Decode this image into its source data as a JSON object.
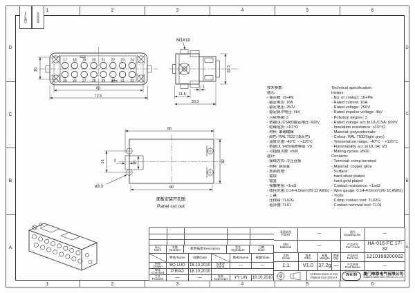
{
  "frame": {
    "cols": [
      "1",
      "2",
      "3",
      "4",
      "5",
      "6"
    ],
    "rows": [
      "D",
      "C",
      "B",
      "A"
    ],
    "corner": [
      "日期/Date",
      "更改单号"
    ]
  },
  "views": {
    "front": {
      "pins_top": [
        "17",
        "18",
        "19",
        "20",
        "21",
        "22",
        "23",
        "24"
      ],
      "pins_bottom": [
        "25",
        "26",
        "27",
        "28",
        "29",
        "30",
        "31",
        "32"
      ],
      "dim_height": "16",
      "dim_inner": "66",
      "dim_outer": "72.5"
    },
    "side": {
      "thread_label": "M3X10",
      "dim_height": "22.5",
      "dim_gap": "1",
      "dim_front": "11.5",
      "dim_total": "30.3"
    },
    "panel": {
      "dim_top": "66",
      "dim_right": "32",
      "dim_bottom": "60",
      "dim_holes": "16",
      "dim_slot_offset": "3",
      "dim_slot_height": "10",
      "dim_hole_dia": "ø3.3",
      "caption_cn": "面板安装开孔图",
      "caption_en": "Panel cut out"
    }
  },
  "specs": {
    "cn": [
      "技术参数:",
      "插芯:",
      "- 接点数: 16+PE",
      "- 额定电流: 16A",
      "- 额定电压: 250V",
      "- 额定脉冲电压: 4kV",
      "- 污染等级: 3",
      "- 依据UL/CSA的额定电压: 600V",
      "- 绝缘阻抗: >10¹⁰Ω",
      "- 材料: 聚碳酸酯",
      "- 颜色: RAL 7032 (浅灰色)",
      "- 温度范围: -40°C ~ +125°C",
      "- 依据UL 94的阻燃等级: V0",
      "- 可插拔次数: ≥500",
      "插针:",
      "- 接线方式: 冷压连接",
      "- 材料: 铜合金",
      "- 表面处理:",
      "   · 镀银",
      "   · 镀金",
      "- 接触电阻: <1mΩ",
      "- 线径范围: 0.14-4.0mm²(26-12 AWG)",
      "- 工具:",
      "   · 压线钳: TL02G",
      "   · 退针器: TL01"
    ],
    "en": [
      "Technical specification:",
      "Insters:",
      "- No. of contact: 16+PE",
      "- Rated current: 16A",
      "- Rated voltage: 250V",
      "- Rated impulse voltage: 4kV",
      "- Pollution degree: 3",
      "- Rated voltage acc.to UL/CSA: 600V",
      "- Insulation resistance: >10¹⁰Ω",
      "- Material: polycarbonate",
      "- Colour: RAL 7032(light grey)",
      "- Temperature range: -40°C ~ +125°C",
      "- Flammability acc.to UL 94: V0",
      "- Mating cycles: ≥500",
      "Contacts:",
      "- Terminal: crimp terminal",
      "- Material: copper alloy",
      "- Surface:",
      "   · hard-silver plated",
      "   · hard-gold plated",
      "- Contact resistance: <1mΩ",
      "- Wire gauge: 0.14-4.0mm²(26-12 AWG)",
      "- Tools:",
      "   · Crimp contact tool: TL02G",
      "   · Contact removal tool: TL01"
    ]
  },
  "titleblock": {
    "rev": {
      "mark_cn": "标记",
      "mark_en": "Mark",
      "number_cn": "处数",
      "number_en": "Number",
      "desc": "变更描述/Description",
      "sig_cn": "签名",
      "sig_en": "Signature",
      "date_cn": "日期",
      "date_en": "Date",
      "name_sub": "姓名/Name",
      "date_sub": "日期/Date"
    },
    "roles": {
      "drawn_cn": "绘图",
      "drawn_en": "Drawn",
      "checked_cn": "审核",
      "checked_en": "Checked",
      "process_cn": "工艺",
      "process_en": "Process",
      "stand_cn": "标准化",
      "stand_en": "Stand.",
      "approved_cn": "批准",
      "approved_en": "Approved"
    },
    "sign": {
      "drawn_name": "BQ LUO",
      "drawn_date": "18.10.2010",
      "checked_name": "P RAO",
      "checked_date": "18.10.2010",
      "process_name": "—",
      "process_date": "—",
      "stand_name": "—",
      "stand_date": "—",
      "approved_name": "YY LIN",
      "approved_date": "18.10.2010"
    },
    "fields": {
      "finish_cn": "表面处理",
      "finish_en": "Finish",
      "finish_val": "—",
      "material_cn": "材料",
      "material_en": "Material",
      "material_val": "—",
      "drawing_cn": "图号",
      "drawing_en": "Drawing No.",
      "drawing_val": "—",
      "partcode_cn": "产品代号",
      "partcode_en": "Part Code",
      "partcode_val": "HA-016-FC 17-32",
      "partno_cn": "产品料号",
      "partno_en": "Part No.",
      "partno_val": "1210160200002",
      "partname_cn": "产品名称",
      "partname_en": "Part Name",
      "partname_val": "—",
      "scale_cn": "比例",
      "scale_en": "Scale",
      "scale_val": "1:1",
      "rev_cn": "版本",
      "rev_en": "REV.",
      "rev_val": "V1.0",
      "weight_cn": "质量",
      "weight_en": "Weight",
      "weight_val": "37.2g",
      "qty_cn": "数量",
      "qty_en": "Qty.",
      "qty_val": "—"
    },
    "notes": {
      "dims": "All Dimensions in mm",
      "size": "Original Size DIN A 4"
    },
    "company": {
      "logo": "WAIN",
      "cn": "厦门唯恩电气有限公司",
      "en": "XIAMEN WAIN ELECTRICAL CO.,LTD"
    }
  }
}
